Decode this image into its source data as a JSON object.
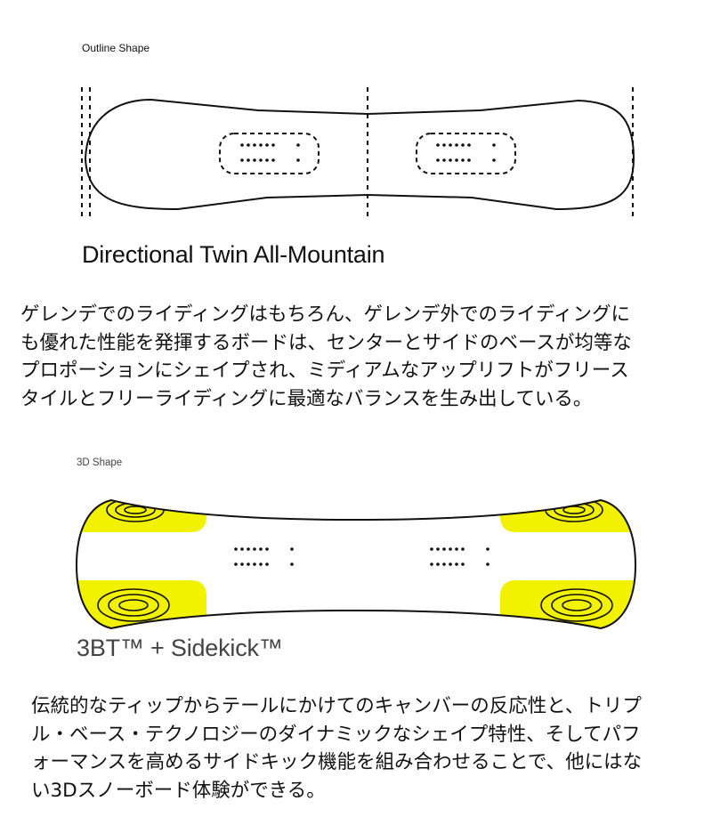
{
  "outline": {
    "label": "Outline Shape",
    "title": "Directional Twin All-Mountain",
    "description": "ゲレンデでのライディングはもちろん、ゲレンデ外でのライディングに\nも優れた性能を発揮するボードは、センターとサイドのベースが均等な\nプロポーションにシェイプされ、ミディアムなアップリフトがフリース\nタイルとフリーライディングに最適なバランスを生み出している。"
  },
  "three_d": {
    "label": "3D Shape",
    "title": "3BT™ + Sidekick™",
    "description": "伝統的なティップからテールにかけてのキャンバーの反応性と、トリプ\nル・ベース・テクノロジーのダイナミックなシェイプ特性、そしてパフ\nォーマンスを高めるサイドキック機能を組み合わせることで、他にはな\nい3Dスノーボード体験ができる。",
    "highlight_color": "#f2f200"
  }
}
